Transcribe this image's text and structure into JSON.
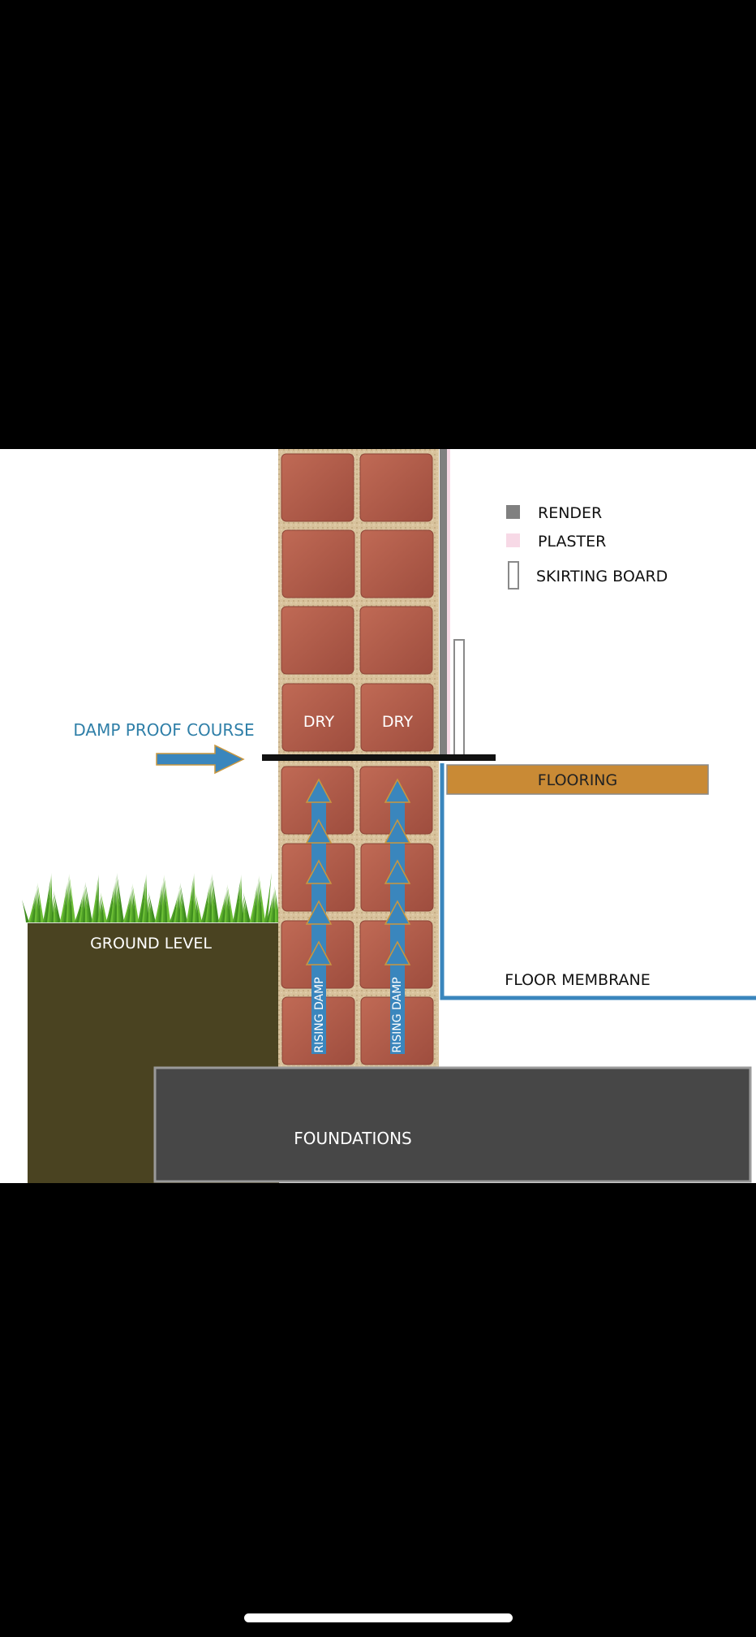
{
  "legend": {
    "render": "RENDER",
    "plaster": "PLASTER",
    "skirting_board": "SKIRTING BOARD"
  },
  "labels": {
    "damp_proof_course": "DAMP PROOF COURSE",
    "dry_left": "DRY",
    "dry_right": "DRY",
    "flooring": "FLOORING",
    "ground_level": "GROUND LEVEL",
    "floor_membrane": "FLOOR MEMBRANE",
    "foundations": "FOUNDATIONS",
    "rising_damp_left": "RISING DAMP",
    "rising_damp_right": "RISING DAMP"
  },
  "colors": {
    "background": "#ffffff",
    "brick": "#b05a48",
    "mortar": "#d8c29c",
    "render": "#808080",
    "plaster": "#f7d9e6",
    "damp_blue": "#3a86bd",
    "damp_label": "#2f7fa8",
    "flooring": "#c98a35",
    "soil": "#4a4321",
    "foundation": "#474747",
    "grass": "#5aa82c"
  },
  "icons": {
    "dpc_arrow": "arrow-right-icon",
    "damp_arrow": "arrow-up-icon",
    "grass": "grass-icon"
  }
}
